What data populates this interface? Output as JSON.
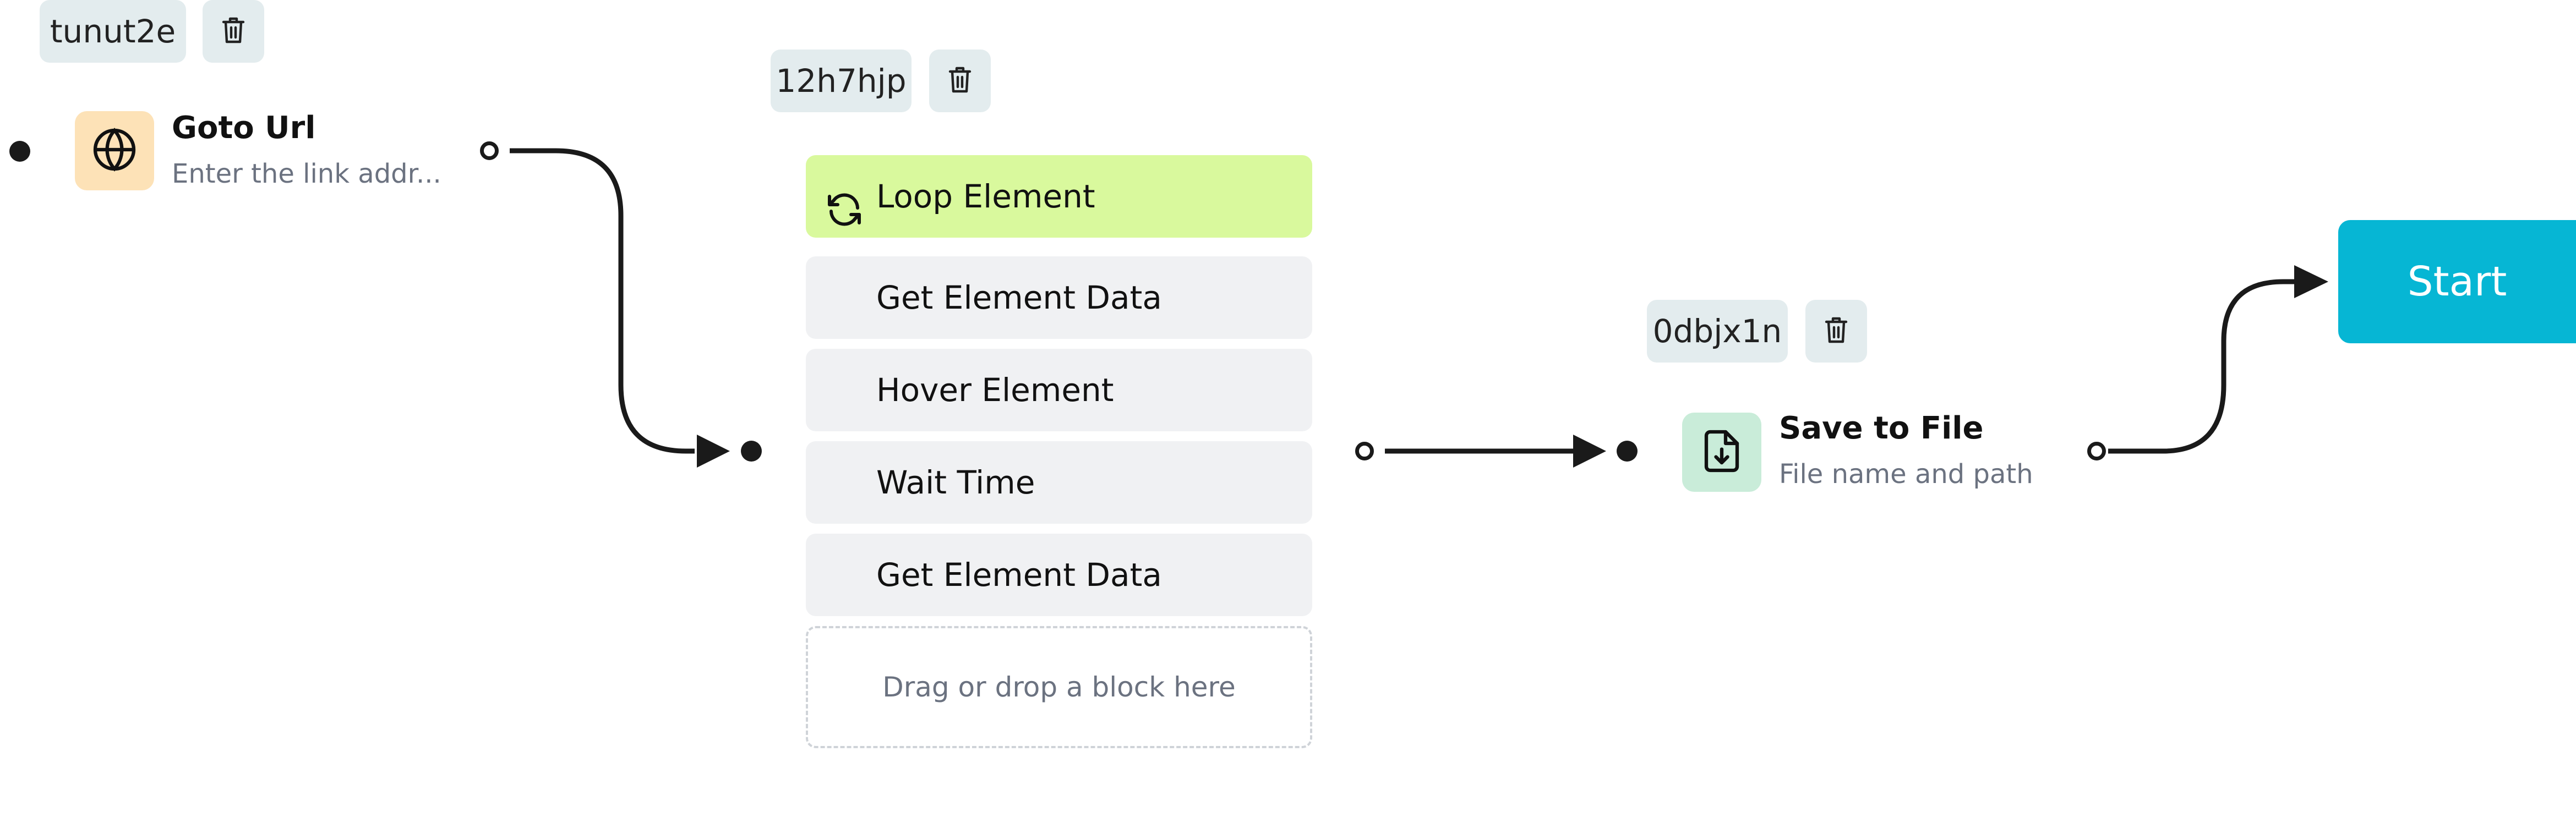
{
  "nodes": {
    "goto_url": {
      "id_tag": "tunut2e",
      "title": "Goto Url",
      "subtitle": "Enter the link addr...",
      "icon": "globe-icon"
    },
    "loop_group": {
      "id_tag": "12h7hjp",
      "header_label": "Loop Element",
      "header_icon": "refresh-icon",
      "blocks": [
        "Get Element Data",
        "Hover Element",
        "Wait Time",
        "Get Element Data"
      ],
      "dropzone_label": "Drag or drop a block here"
    },
    "save_to_file": {
      "id_tag": "0dbjx1n",
      "title": "Save to File",
      "subtitle": "File name and path",
      "icon": "file-download-icon"
    }
  },
  "start_button": {
    "label": "Start"
  },
  "colors": {
    "tag_bg": "#e3ecee",
    "goto_icon_bg": "#fde2b7",
    "loop_header_bg": "#d9f99d",
    "save_icon_bg": "#c9ecd9",
    "block_bg": "#f0f1f3",
    "start_bg": "#06b6d4",
    "edge": "#1a1a1a"
  }
}
